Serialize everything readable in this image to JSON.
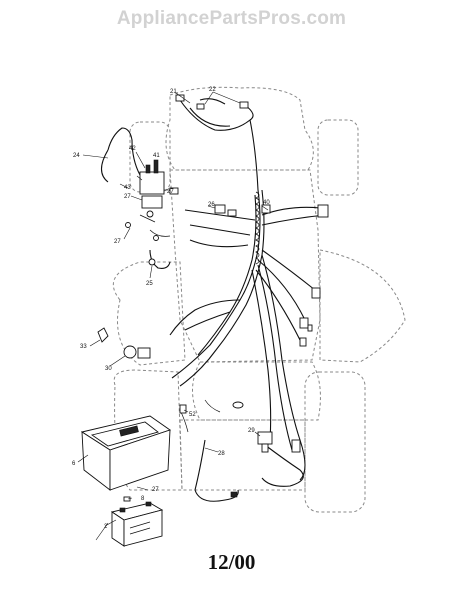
{
  "watermark": "AppliancePartsPros.com",
  "footer": {
    "date_code": "12/00"
  },
  "callouts": {
    "c21": "21",
    "c22": "22",
    "c24": "24",
    "c42": "42",
    "c41": "41",
    "c43": "43",
    "c27a": "27",
    "c27b": "27",
    "c27c": "27",
    "c27d": "27",
    "c26": "26",
    "c40": "40",
    "c25": "25",
    "c33": "33",
    "c30": "30",
    "c52": "52",
    "c29": "29",
    "c28": "28",
    "c6": "6",
    "c8": "8",
    "c2": "2"
  }
}
